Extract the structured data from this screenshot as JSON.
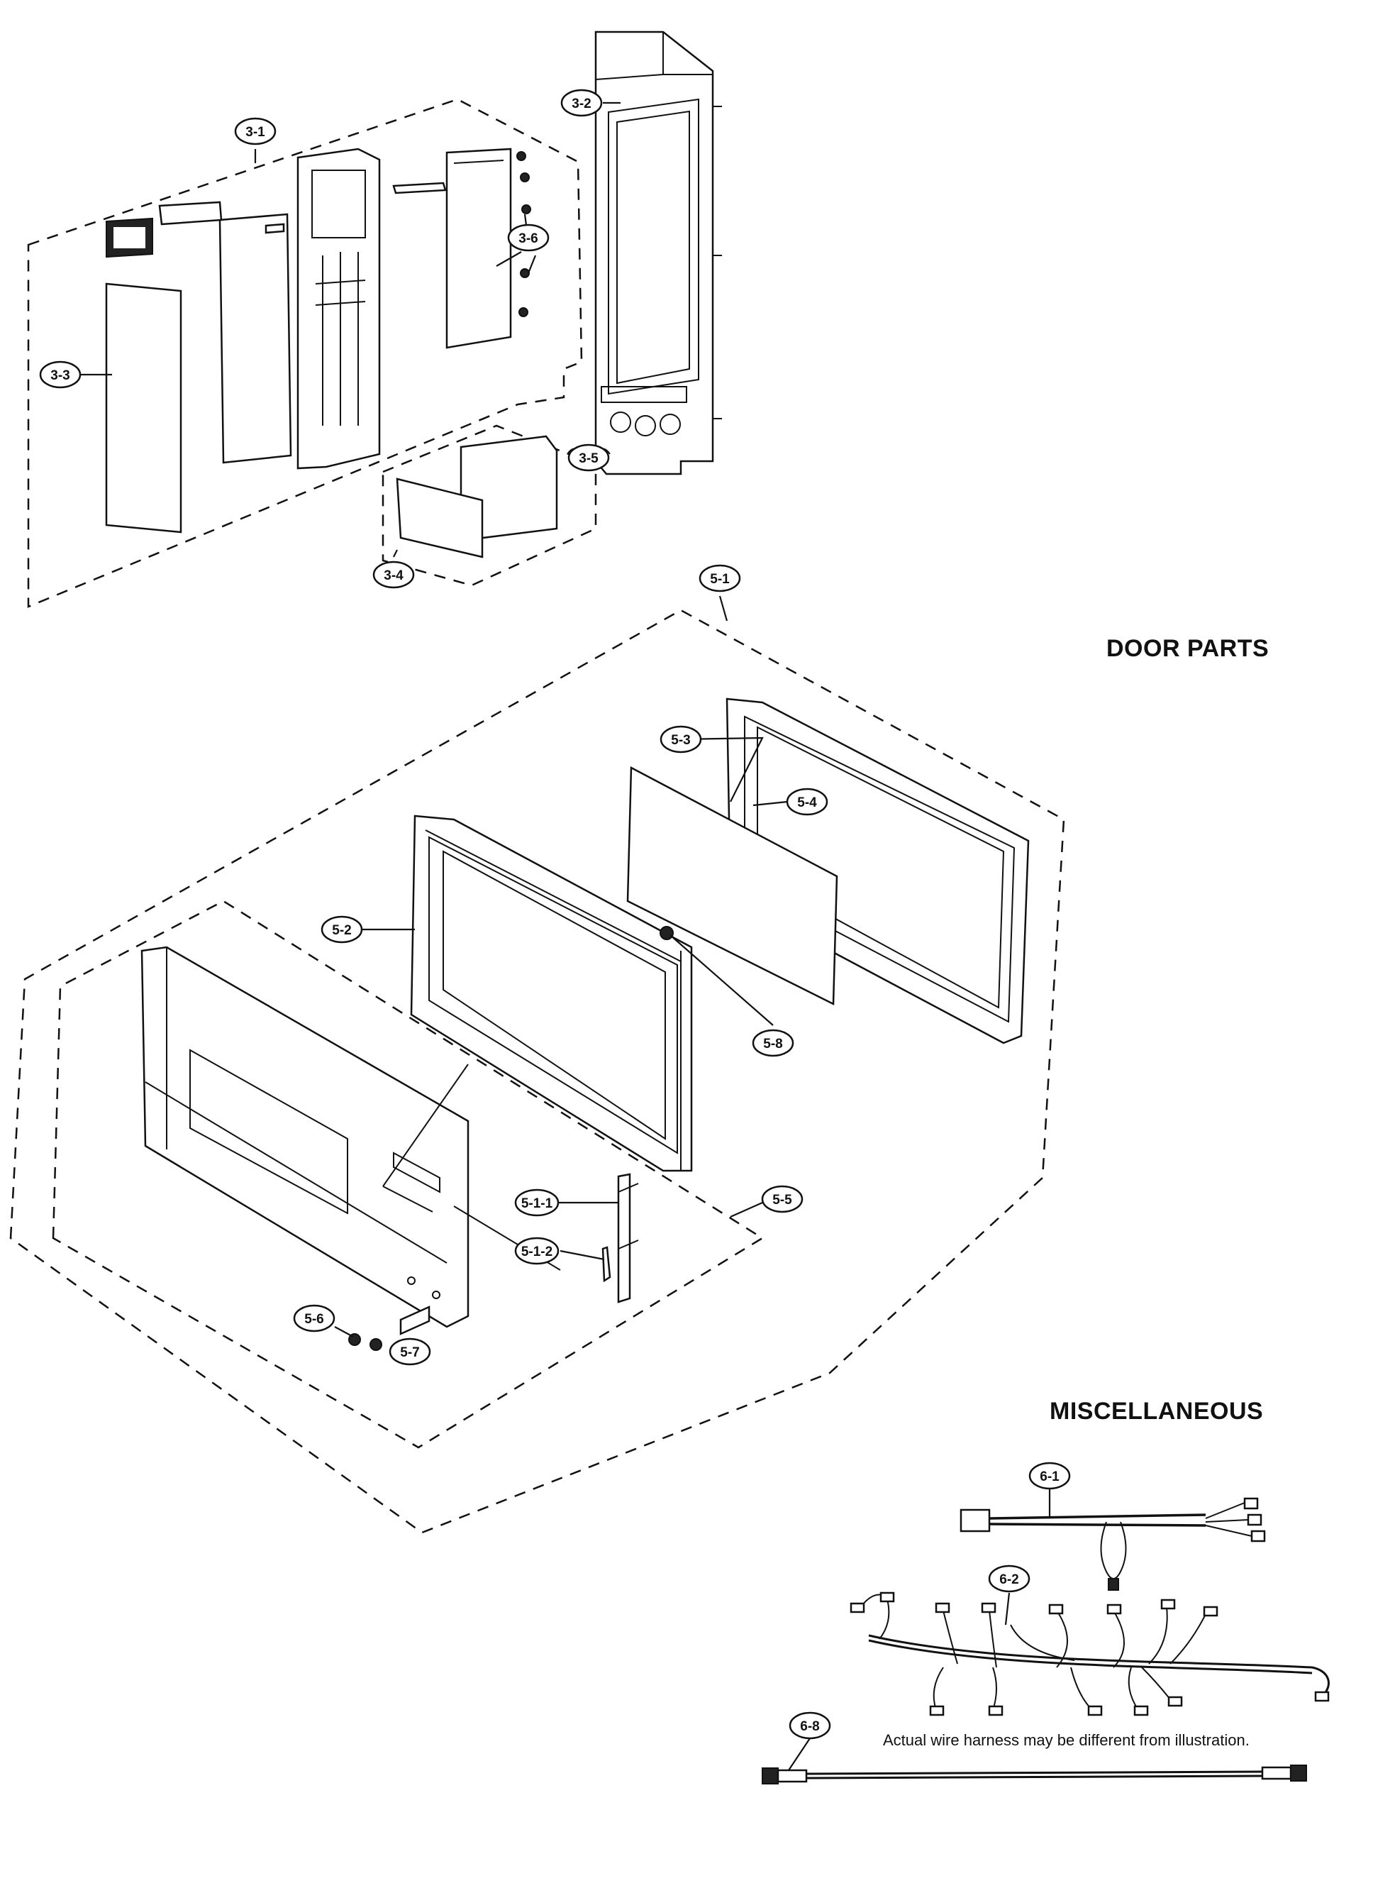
{
  "sections": {
    "door_parts": "DOOR PARTS",
    "miscellaneous": "MISCELLANEOUS"
  },
  "note": "Actual wire harness may be different from illustration.",
  "callouts": {
    "c3_1": "3-1",
    "c3_2": "3-2",
    "c3_3": "3-3",
    "c3_4": "3-4",
    "c3_5": "3-5",
    "c3_6": "3-6",
    "c5_1": "5-1",
    "c5_2": "5-2",
    "c5_3": "5-3",
    "c5_4": "5-4",
    "c5_5": "5-5",
    "c5_6": "5-6",
    "c5_7": "5-7",
    "c5_8": "5-8",
    "c5_1_1": "5-1-1",
    "c5_1_2": "5-1-2",
    "c6_1": "6-1",
    "c6_2": "6-2",
    "c6_8": "6-8"
  }
}
